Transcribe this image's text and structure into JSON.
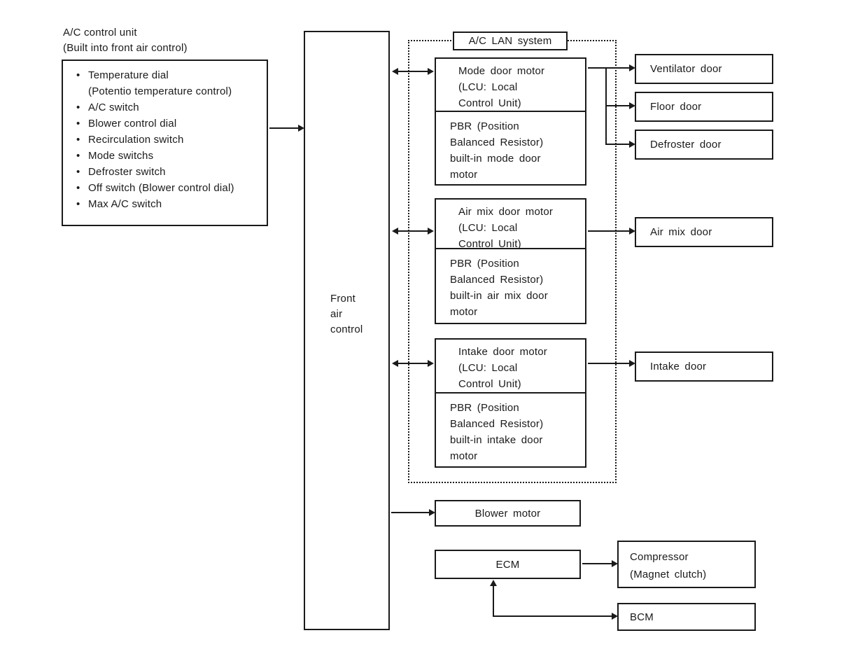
{
  "colors": {
    "ink": "#1a1a1a",
    "bg": "#ffffff"
  },
  "control_unit": {
    "title_line1": "A/C control unit",
    "title_line2": "(Built into front air control)",
    "items": [
      {
        "bullet": true,
        "text": "Temperature dial"
      },
      {
        "bullet": false,
        "text": "(Potentio temperature control)"
      },
      {
        "bullet": true,
        "text": "A/C switch"
      },
      {
        "bullet": true,
        "text": "Blower control dial"
      },
      {
        "bullet": true,
        "text": "Recirculation switch"
      },
      {
        "bullet": true,
        "text": "Mode switchs"
      },
      {
        "bullet": true,
        "text": "Defroster switch"
      },
      {
        "bullet": true,
        "text": "Off switch (Blower control dial)"
      },
      {
        "bullet": true,
        "text": "Max A/C switch"
      }
    ]
  },
  "front_air_control": {
    "lines": [
      "Front",
      "air",
      "control"
    ]
  },
  "lan": {
    "title": "A/C LAN system",
    "motors": [
      {
        "top": [
          "Mode door motor",
          "(LCU: Local",
          "Control Unit)"
        ],
        "bottom": [
          "PBR (Position",
          "Balanced Resistor)",
          "built-in mode door",
          "motor"
        ]
      },
      {
        "top": [
          "Air mix door motor",
          "(LCU: Local",
          "Control Unit)"
        ],
        "bottom": [
          "PBR (Position",
          "Balanced Resistor)",
          "built-in air mix door",
          "motor"
        ]
      },
      {
        "top": [
          "Intake door motor",
          "(LCU: Local",
          "Control Unit)"
        ],
        "bottom": [
          "PBR (Position",
          "Balanced Resistor)",
          "built-in intake door",
          "motor"
        ]
      }
    ]
  },
  "doors": {
    "ventilator": "Ventilator door",
    "floor": "Floor door",
    "defroster": "Defroster door",
    "air_mix": "Air mix door",
    "intake": "Intake door"
  },
  "actuators": {
    "blower": "Blower motor",
    "ecm": "ECM",
    "compressor_line1": "Compressor",
    "compressor_line2": "(Magnet clutch)",
    "bcm": "BCM"
  }
}
